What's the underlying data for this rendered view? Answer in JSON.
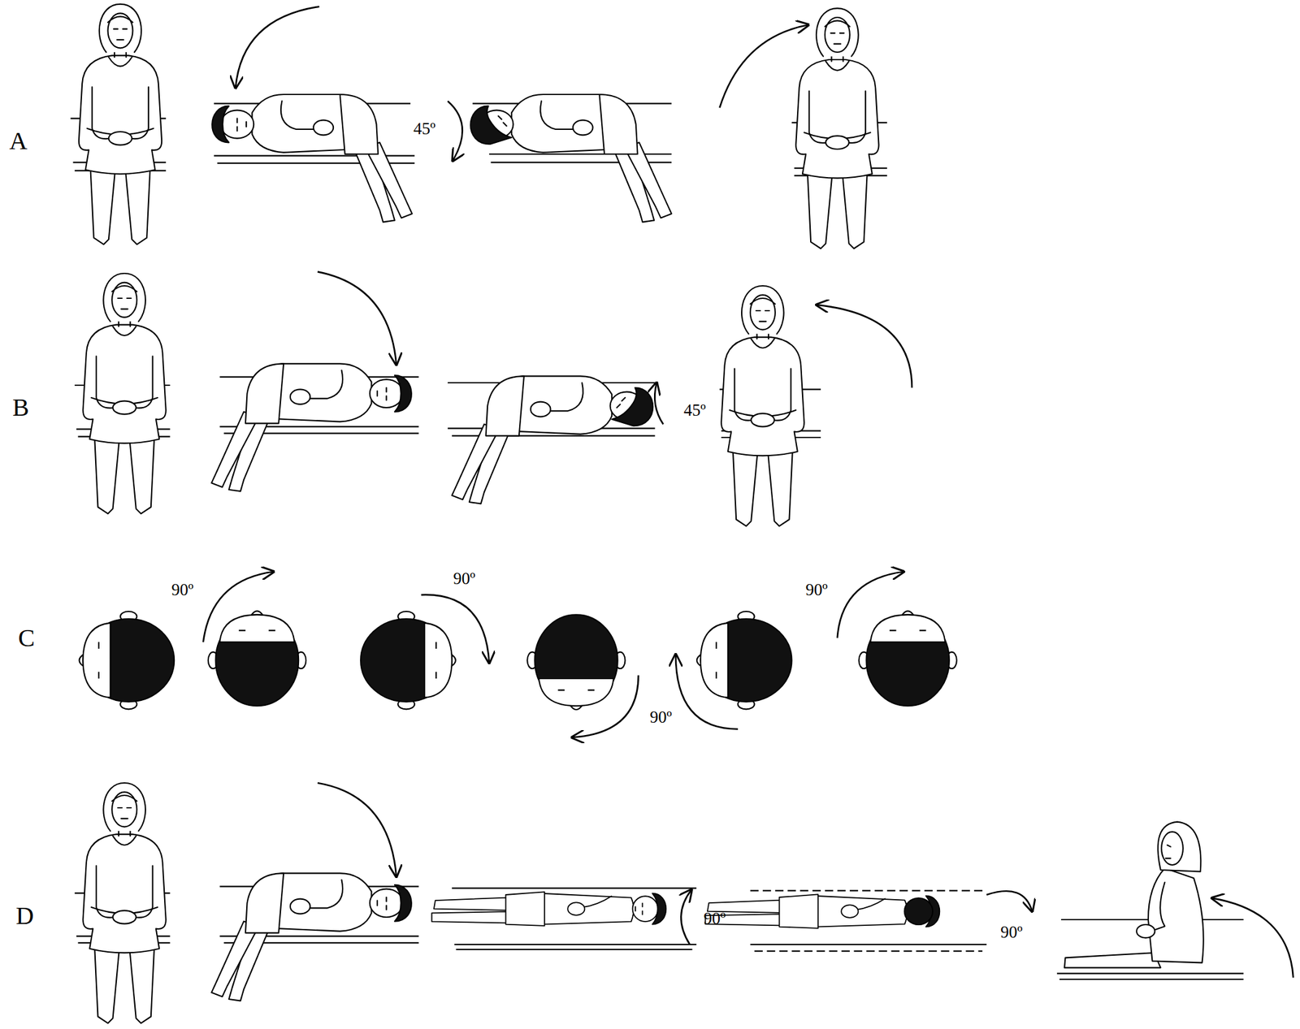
{
  "diagram": {
    "labels": [
      "A",
      "45º",
      "B",
      "45º",
      "C",
      "90º",
      "90º",
      "90º",
      "90º",
      "D",
      "90º",
      "90º"
    ]
  }
}
